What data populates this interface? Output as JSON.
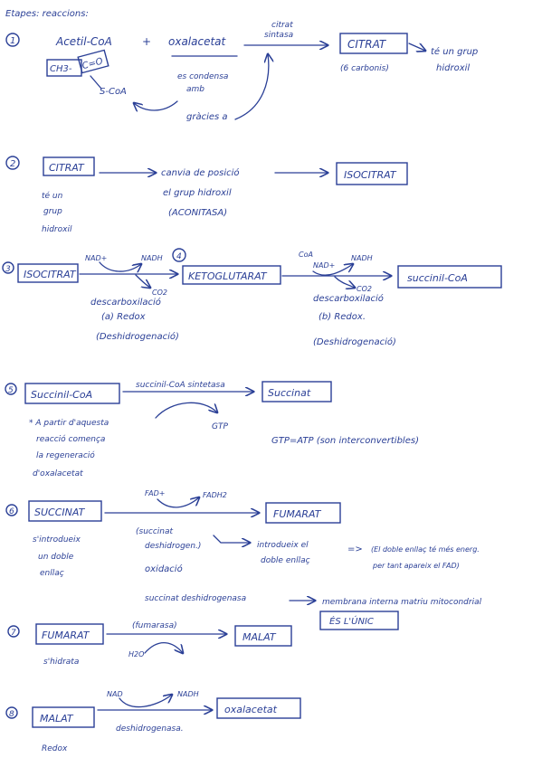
{
  "header": "Etapes: reaccions:",
  "step1": {
    "num": "1",
    "acetil": "Acetil-CoA",
    "plus": "+",
    "oxalacetat": "oxalacetat",
    "struct_ch3": "CH3-",
    "struct_c": "C=O",
    "struct_s": "S-CoA",
    "enzyme_line1": "citrat",
    "enzyme_line2": "sintasa",
    "product": "CITRAT",
    "product_note": "(6 carbonis)",
    "product_side": "té un grup",
    "product_side2": "hidroxil",
    "cond1": "es condensa",
    "cond2": "amb",
    "gracies": "gràcies a"
  },
  "step2": {
    "num": "2",
    "substrate": "CITRAT",
    "left1": "té un",
    "left2": "grup",
    "left3": "hidroxil",
    "desc1": "canvia de posició",
    "desc2": "el grup hidroxil",
    "desc3": "(ACONITASA)",
    "product": "ISOCITRAT"
  },
  "step3": {
    "num": "3",
    "substrate": "ISOCITRAT",
    "nad": "NAD+",
    "nadh": "NADH",
    "circle4": "4",
    "co2": "CO2",
    "middle": "KETOGLUTARAT",
    "coa": "CoA",
    "nad2": "NAD+",
    "nadh2": "NADH",
    "co2b": "CO2",
    "product": "succinil-CoA",
    "desc_a1": "descarboxilació",
    "desc_a2": "(a) Redox",
    "desc_a3": "(Deshidrogenació)",
    "desc_b1": "descarboxilació",
    "desc_b2": "(b) Redox.",
    "desc_b3": "(Deshidrogenació)"
  },
  "step5": {
    "num": "5",
    "substrate": "Succinil-CoA",
    "enzyme": "succinil-CoA sintetasa",
    "product": "Succinat",
    "gtp": "GTP",
    "note1": "* A partir d'aquesta",
    "note2": "reacció comença",
    "note3": "la regeneració",
    "note4": "d'oxalacetat",
    "equiv": "GTP=ATP (son interconvertibles)"
  },
  "step6": {
    "num": "6",
    "substrate": "SUCCINAT",
    "fad": "FAD+",
    "fadh2": "FADH2",
    "product": "FUMARAT",
    "enzyme1": "(succinat",
    "enzyme2": "deshidrogen.)",
    "oxid": "oxidació",
    "left1": "s'introdueix",
    "left2": "un doble",
    "left3": "enllaç",
    "intro1": "introdueix el",
    "intro2": "doble enllaç",
    "note1": "(El doble enllaç té més energ.",
    "note2": "per tant apareix el FAD)",
    "membrane_a": "succinat deshidrogenasa",
    "membrane_b": "membrana interna matriu mitocondrial",
    "unic": "ÉS L'ÚNIC"
  },
  "step7": {
    "num": "7",
    "substrate": "FUMARAT",
    "enzyme": "(fumarasa)",
    "product": "MALAT",
    "h2o": "H2O",
    "note": "s'hidrata"
  },
  "step8": {
    "num": "8",
    "substrate": "MALAT",
    "nad": "NAD",
    "nadh": "NADH",
    "product": "oxalacetat",
    "enzyme": "deshidrogenasa.",
    "note": "Redox"
  }
}
